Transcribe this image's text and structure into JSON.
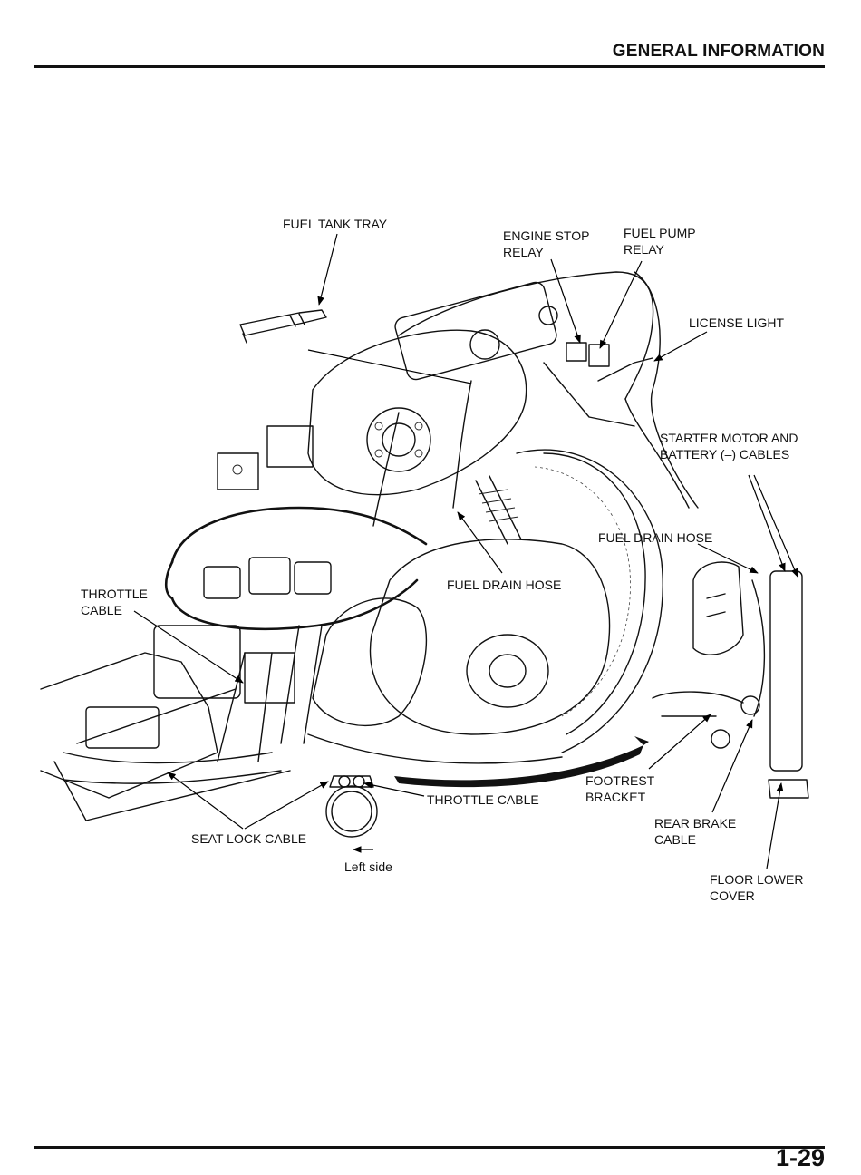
{
  "header": {
    "title": "GENERAL INFORMATION"
  },
  "footer": {
    "page_number": "1-29"
  },
  "figure": {
    "callouts": {
      "fuel_tank_tray": "FUEL TANK TRAY",
      "engine_stop_relay": "ENGINE STOP\nRELAY",
      "fuel_pump_relay": "FUEL PUMP\nRELAY",
      "license_light": "LICENSE LIGHT",
      "starter_motor_cables": "STARTER MOTOR AND\nBATTERY (–) CABLES",
      "fuel_drain_hose_right": "FUEL DRAIN HOSE",
      "fuel_drain_hose_center": "FUEL DRAIN HOSE",
      "throttle_cable_left": "THROTTLE\nCABLE",
      "throttle_cable_bottom": "THROTTLE CABLE",
      "seat_lock_cable": "SEAT LOCK CABLE",
      "left_side": "Left side",
      "footrest_bracket": "FOOTREST\nBRACKET",
      "rear_brake_cable": "REAR BRAKE\nCABLE",
      "floor_lower_cover": "FLOOR LOWER\nCOVER"
    }
  }
}
